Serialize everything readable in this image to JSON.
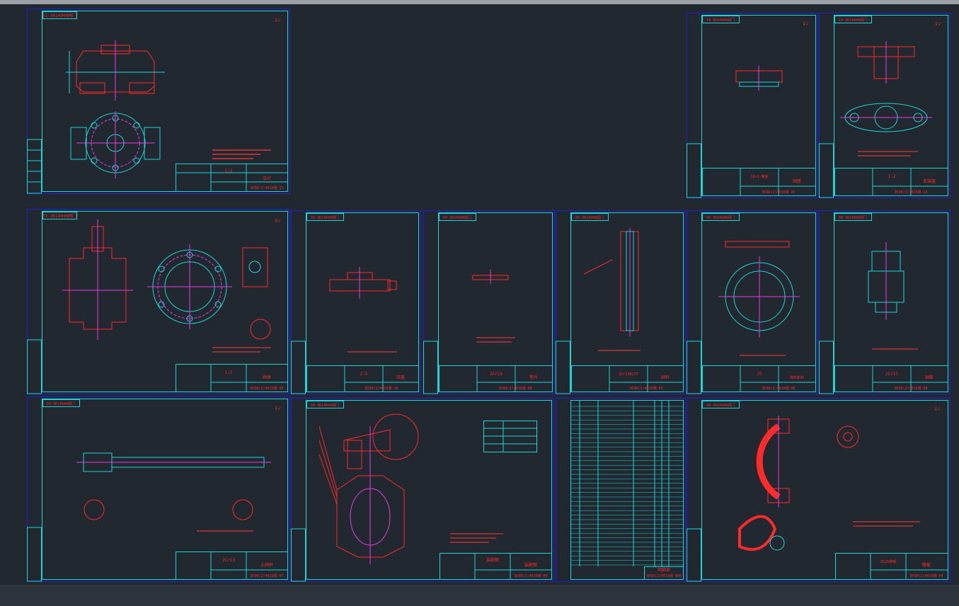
{
  "viewport": {
    "background": "#212830",
    "sheet_colors": {
      "frame": "#1f1fd6",
      "border": "#1ad7d7",
      "ink": "#ff2a2a",
      "axis": "#e83be0",
      "note": "#ff3b3b"
    }
  },
  "sheets": [
    {
      "id": "s1",
      "tag": "11-3614940阀门",
      "scale": "1:2",
      "material": "法兰",
      "code": "3D9D(2)4019阀-11"
    },
    {
      "id": "s2",
      "tag": "16-3614940阀门",
      "scale": "2D×1:等装",
      "material": "阀座",
      "code": "3D9D(2)4019阀-16"
    },
    {
      "id": "s3",
      "tag": "14-3614940阀门",
      "scale": "1:2",
      "material": "支架盖",
      "code": "3D9D(2)4019阀-14"
    },
    {
      "id": "s4",
      "tag": "03-3614940阀门",
      "scale": "1:2",
      "material": "阀体",
      "code": "3D9D(2)4019阀-03"
    },
    {
      "id": "s5",
      "tag": "10-3614940阀门",
      "scale": "2:5",
      "material": "压盖",
      "code": "3D9D(2)4019阀-10"
    },
    {
      "id": "s6",
      "tag": "09-3614940阀门",
      "scale": "2Cr13",
      "material": "垫片",
      "code": "3D9D(2)4019阀-09"
    },
    {
      "id": "s7",
      "tag": "05-3614940阀门",
      "scale": "3Cr13Ni77",
      "material": "阀杆",
      "code": "3D9D(2)4019阀-05"
    },
    {
      "id": "s8",
      "tag": "06-3614940阀门",
      "scale": "25",
      "material": "随形密封",
      "code": "3D9D(2)4019阀-06"
    },
    {
      "id": "s9",
      "tag": "08-3614940阀门",
      "scale": "2Cr13",
      "material": "轴套",
      "code": "3D9D(2)4019阀-08"
    },
    {
      "id": "s10",
      "tag": "02-3614940阀门",
      "scale": "2Cr13",
      "material": "上阀杆",
      "code": "3D9D(2)4019阀-07"
    },
    {
      "id": "s11",
      "tag": "00-3614940阀门",
      "scale": "装配图",
      "material": "装配图",
      "code": "3D9D(2)4019阀-00"
    },
    {
      "id": "s12",
      "tag": "",
      "scale": "",
      "material": "明细表",
      "code": "3D9D(2)4019阀-000"
    },
    {
      "id": "s13",
      "tag": "04-3614940阀门",
      "scale": "ZG25铸钢",
      "material": "蝶板",
      "code": "3D9D(2)4019阀-04"
    }
  ]
}
